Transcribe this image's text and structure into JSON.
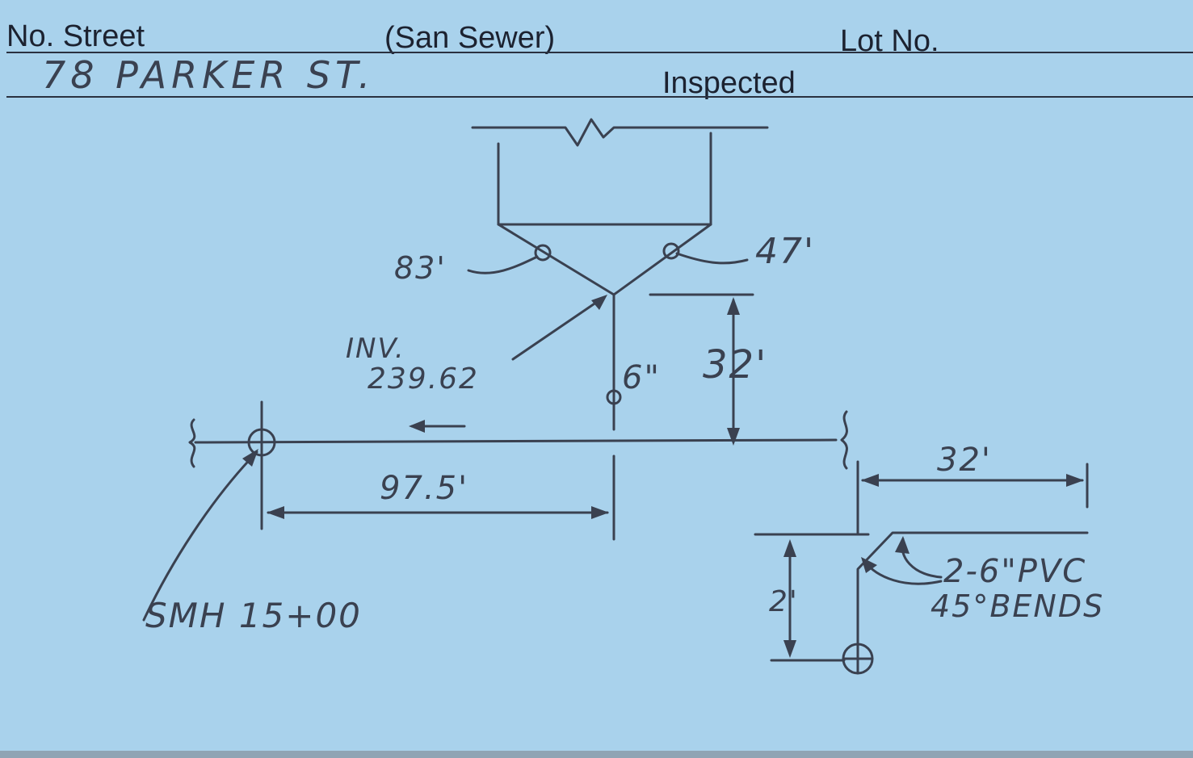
{
  "header": {
    "street_label": "No. Street",
    "type_label": "(San Sewer)",
    "lot_label": "Lot No.",
    "inspected_label": "Inspected",
    "street_value": "78 PARKER ST."
  },
  "sketch": {
    "dist_left_branch": "83'",
    "dist_right_branch": "47'",
    "invert_label": "INV.",
    "invert_value": "239.62",
    "pipe_size": "6\"",
    "offset_vertical": "32'",
    "dist_to_manhole": "97.5'",
    "manhole_label": "SMH 15+00",
    "offset_right": "32'",
    "depth": "2'",
    "fittings_line1": "2-6\"PVC",
    "fittings_line2": "45°BENDS"
  }
}
